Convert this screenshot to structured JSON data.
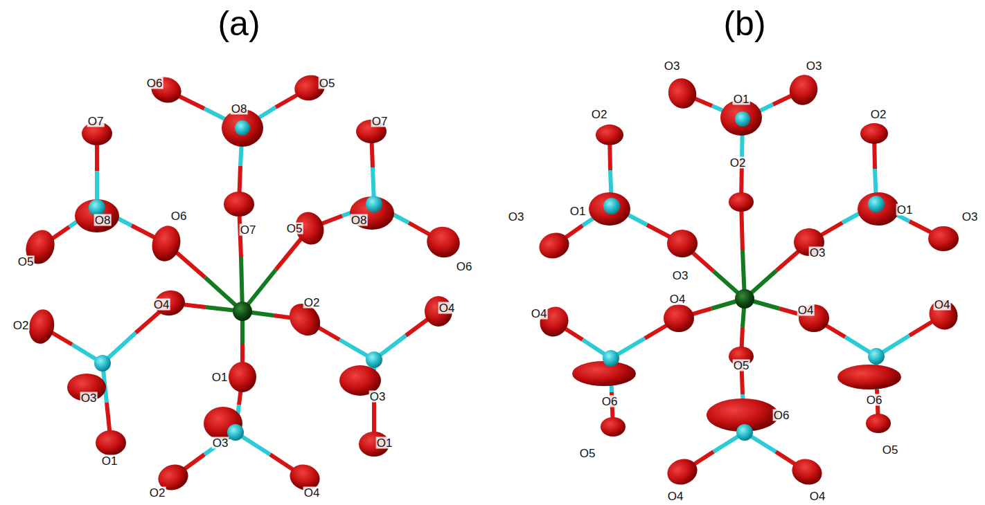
{
  "diagram": {
    "labels": [
      "(a)",
      "O6",
      "O5",
      "O8",
      "O7",
      "O7",
      "O8",
      "O8",
      "O6",
      "O5",
      "O7",
      "O5",
      "O6",
      "O4",
      "O2",
      "O4",
      "O2",
      "O1",
      "O3",
      "O3",
      "O3",
      "O1",
      "O1",
      "O2",
      "O4",
      "(b)",
      "O3",
      "O3",
      "O1",
      "O2",
      "O2",
      "O2",
      "O1",
      "O1",
      "O3",
      "O3",
      "O3",
      "O3",
      "O4",
      "O4",
      "O4",
      "O4",
      "O6",
      "O6",
      "O5",
      "O6",
      "O5",
      "O5",
      "O4",
      "O4"
    ]
  }
}
